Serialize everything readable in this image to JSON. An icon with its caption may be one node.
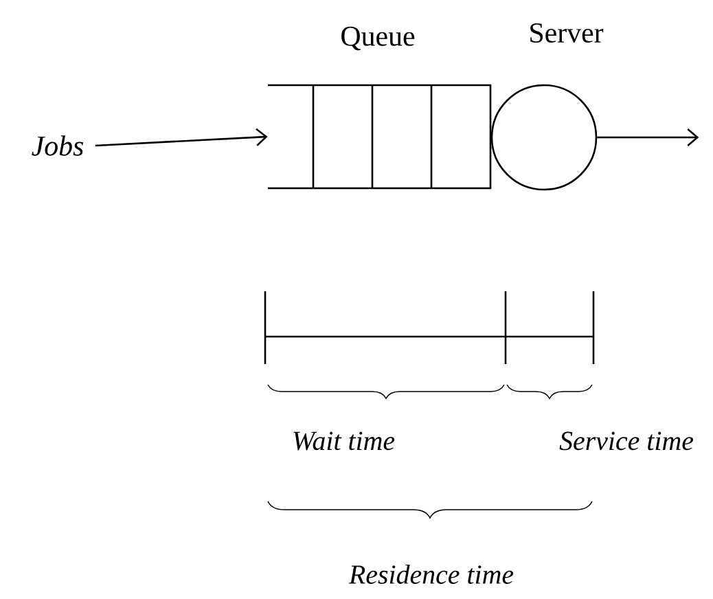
{
  "diagram": {
    "nodes": [
      {
        "text": [
          "Jobs"
        ]
      },
      {
        "text": [
          "Queue"
        ]
      },
      {
        "text": [
          "Server"
        ]
      }
    ],
    "edges": [
      {
        "from": 0,
        "to": 1,
        "arrow": "to"
      },
      {
        "from": 2,
        "to": null,
        "arrow": "to"
      }
    ],
    "labels": [
      "Wait time",
      "Service time",
      "Residence time"
    ]
  }
}
